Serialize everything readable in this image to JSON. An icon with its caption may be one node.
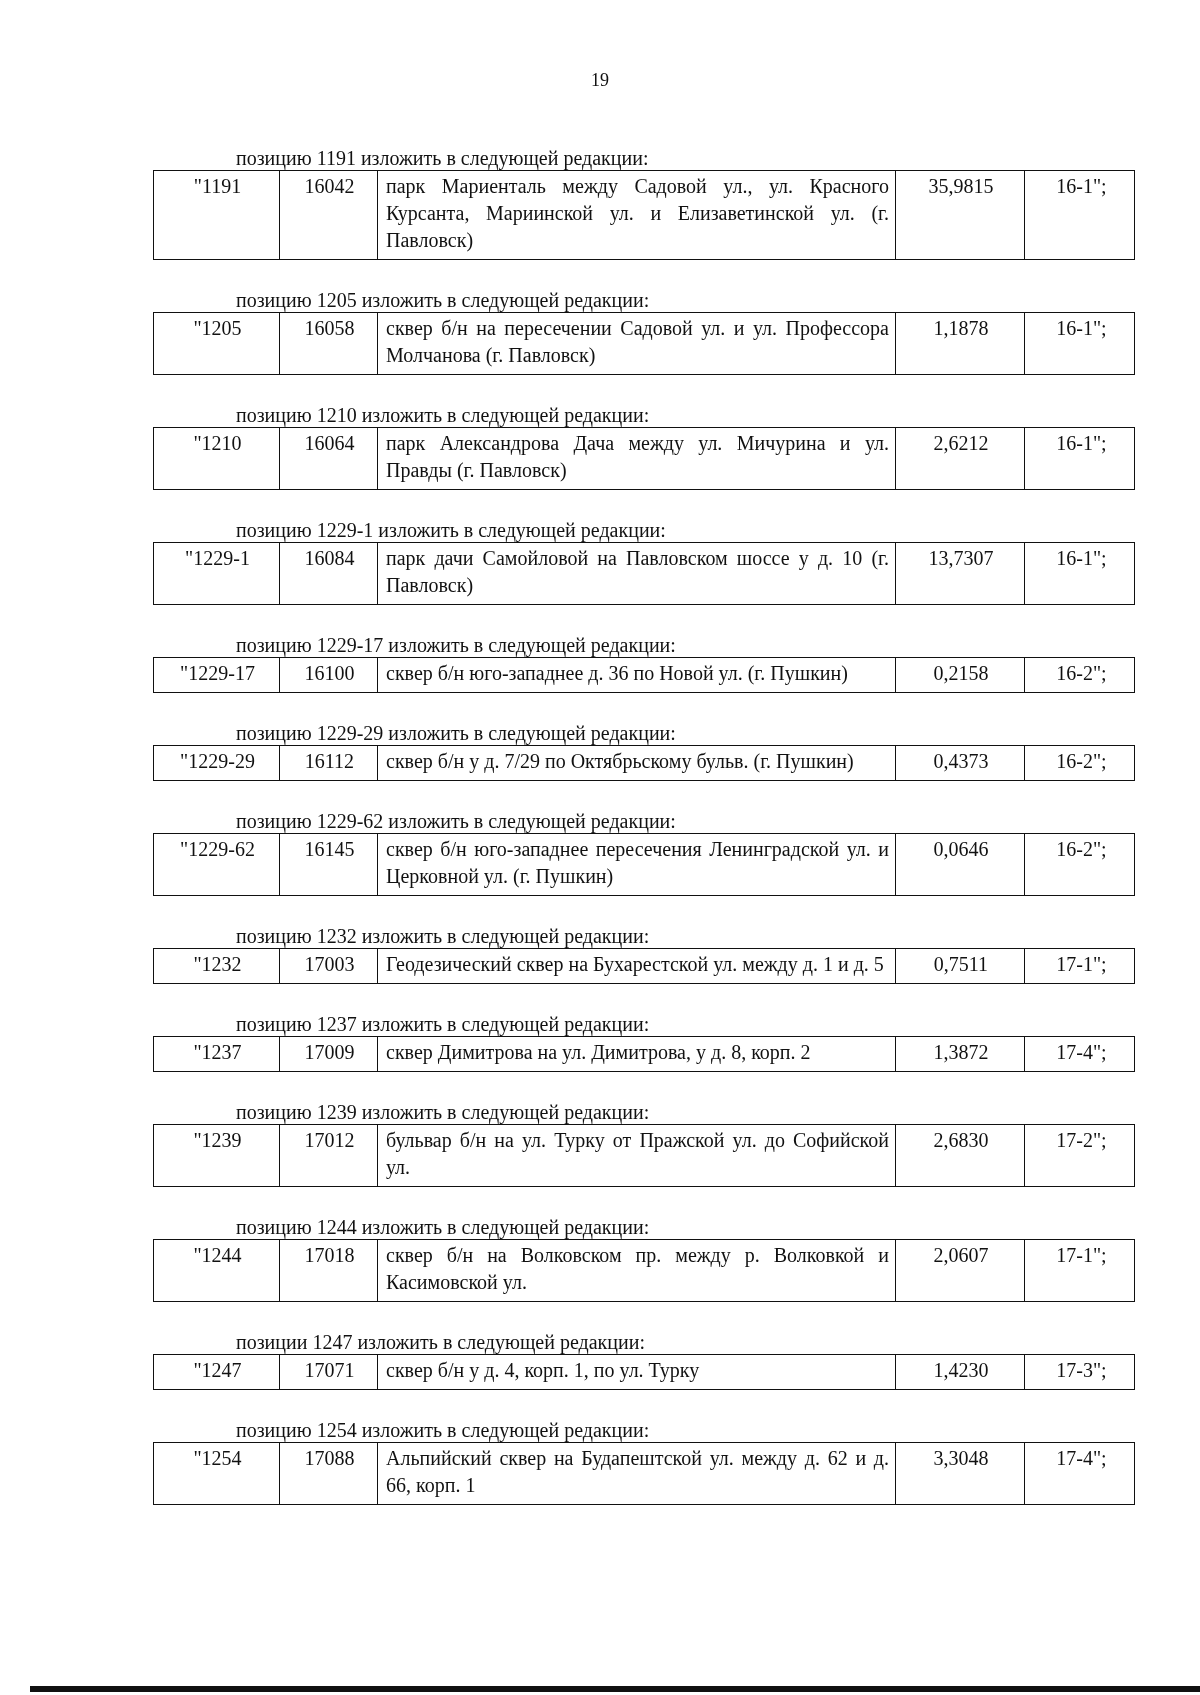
{
  "diagram": {
    "labels": [
      "19",
      "позицию 1191 изложить в следующей редакции:",
      "\"1191",
      "16042",
      "парк Мариенталь между Садовой ул., ул. Красного Курсанта, Мариинской ул. и Елизаветинской ул. (г. Павловск)",
      "35,9815",
      "16-1\";",
      "позицию 1205 изложить в следующей редакции:",
      "\"1205",
      "16058",
      "сквер б/н на пересечении Садовой ул. и ул. Профессора Молчанова (г. Павловск)",
      "1,1878",
      "16-1\";",
      "позицию 1210 изложить в следующей редакции:",
      "\"1210",
      "16064",
      "парк Александрова Дача между ул. Мичурина и ул. Правды (г. Павловск)",
      "2,6212",
      "16-1\";",
      "позицию 1229-1 изложить в следующей редакции:",
      "\"1229-1",
      "16084",
      "парк дачи Самойловой на Павловском шоссе у д. 10 (г. Павловск)",
      "13,7307",
      "16-1\";",
      "позицию 1229-17 изложить в следующей редакции:",
      "\"1229-17",
      "16100",
      "сквер б/н юго-западнее д. 36 по Новой ул. (г. Пушкин)",
      "0,2158",
      "16-2\";",
      "позицию 1229-29 изложить в следующей редакции:",
      "\"1229-29",
      "16112",
      "сквер б/н у д. 7/29 по Октябрьскому бульв. (г. Пушкин)",
      "0,4373",
      "16-2\";",
      "позицию 1229-62 изложить в следующей редакции:",
      "\"1229-62",
      "16145",
      "сквер б/н юго-западнее пересечения Ленинградской ул. и Церковной ул. (г. Пушкин)",
      "0,0646",
      "16-2\";",
      "позицию 1232 изложить в следующей редакции:",
      "\"1232",
      "17003",
      "Геодезический сквер на Бухарестской ул. между д. 1 и д. 5",
      "0,7511",
      "17-1\";",
      "позицию 1237 изложить в следующей редакции:",
      "\"1237",
      "17009",
      "сквер Димитрова на ул. Димитрова, у д. 8, корп. 2",
      "1,3872",
      "17-4\";",
      "позицию 1239 изложить в следующей редакции:",
      "\"1239",
      "17012",
      "бульвар б/н на ул. Турку от Пражской ул. до Софийской ул.",
      "2,6830",
      "17-2\";",
      "позицию 1244 изложить в следующей редакции:",
      "\"1244",
      "17018",
      "сквер б/н на Волковском пр. между р. Волковкой и Касимовской ул.",
      "2,0607",
      "17-1\";",
      "позиции 1247 изложить в следующей редакции:",
      "\"1247",
      "17071",
      "сквер б/н у д. 4, корп. 1, по ул. Турку",
      "1,4230",
      "17-3\";",
      "позицию 1254 изложить в следующей редакции:",
      "\"1254",
      "17088",
      "Альпийский сквер на Будапештской ул. между д. 62 и д. 66, корп. 1",
      "3,3048",
      "17-4\";"
    ]
  }
}
